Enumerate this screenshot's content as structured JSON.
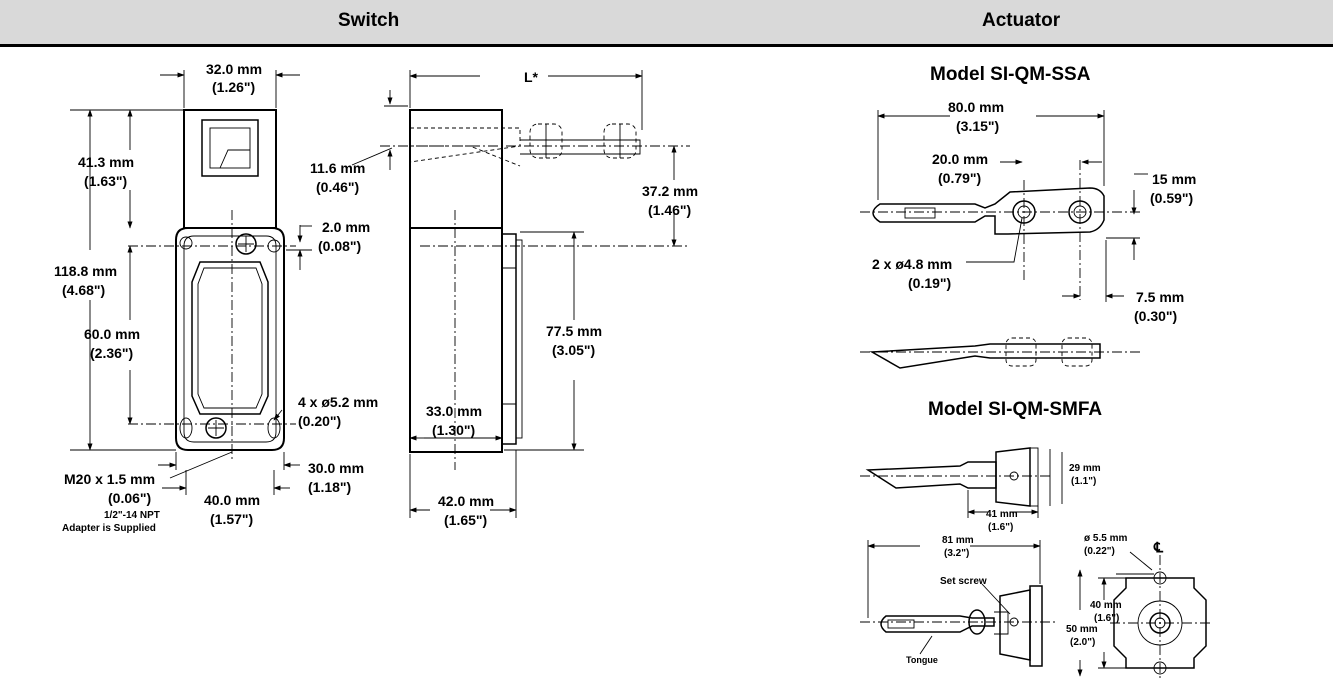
{
  "header": {
    "switch_title": "Switch",
    "actuator_title": "Actuator"
  },
  "switch": {
    "dims": {
      "width_top": "32.0 mm",
      "width_top_in": "(1.26\")",
      "cap_height": "41.3 mm",
      "cap_height_in": "(1.63\")",
      "total_height": "118.8 mm",
      "total_height_in": "(4.68\")",
      "mount_height": "60.0 mm",
      "mount_height_in": "(2.36\")",
      "offset": "2.0 mm",
      "offset_in": "(0.08\")",
      "holes": "4 x ø5.2 mm",
      "holes_in": "(0.20\")",
      "conduit": "M20 x 1.5 mm",
      "conduit_in": "(0.06\")",
      "adapter_line1": "1/2\"-14 NPT",
      "adapter_line2": "Adapter is Supplied",
      "hole_spacing": "30.0 mm",
      "hole_spacing_in": "(1.18\")",
      "base_width": "40.0 mm",
      "base_width_in": "(1.57\")",
      "length_label": "L*",
      "actuator_offset": "11.6 mm",
      "actuator_offset_in": "(0.46\")",
      "actuator_height": "37.2 mm",
      "actuator_height_in": "(1.46\")",
      "body_height": "77.5 mm",
      "body_height_in": "(3.05\")",
      "inner_width": "33.0 mm",
      "inner_width_in": "(1.30\")",
      "side_width": "42.0 mm",
      "side_width_in": "(1.65\")"
    }
  },
  "actuator_ssa": {
    "model": "Model SI-QM-SSA",
    "length": "80.0 mm",
    "length_in": "(3.15\")",
    "hole_offset": "20.0 mm",
    "hole_offset_in": "(0.79\")",
    "height": "15 mm",
    "height_in": "(0.59\")",
    "holes": "2 x ø4.8 mm",
    "holes_in": "(0.19\")",
    "half_width": "7.5 mm",
    "half_width_in": "(0.30\")"
  },
  "actuator_smfa": {
    "model": "Model SI-QM-SMFA",
    "height": "29 mm",
    "height_in": "(1.1\")",
    "depth": "41 mm",
    "depth_in": "(1.6\")",
    "length": "81 mm",
    "length_in": "(3.2\")",
    "hole_dia": "ø 5.5 mm",
    "hole_dia_in": "(0.22\")",
    "centerline": "℄",
    "set_screw": "Set screw",
    "hole_spacing": "40 mm",
    "hole_spacing_in": "(1.6\")",
    "plate_height": "50 mm",
    "plate_height_in": "(2.0\")",
    "tongue": "Tongue"
  }
}
